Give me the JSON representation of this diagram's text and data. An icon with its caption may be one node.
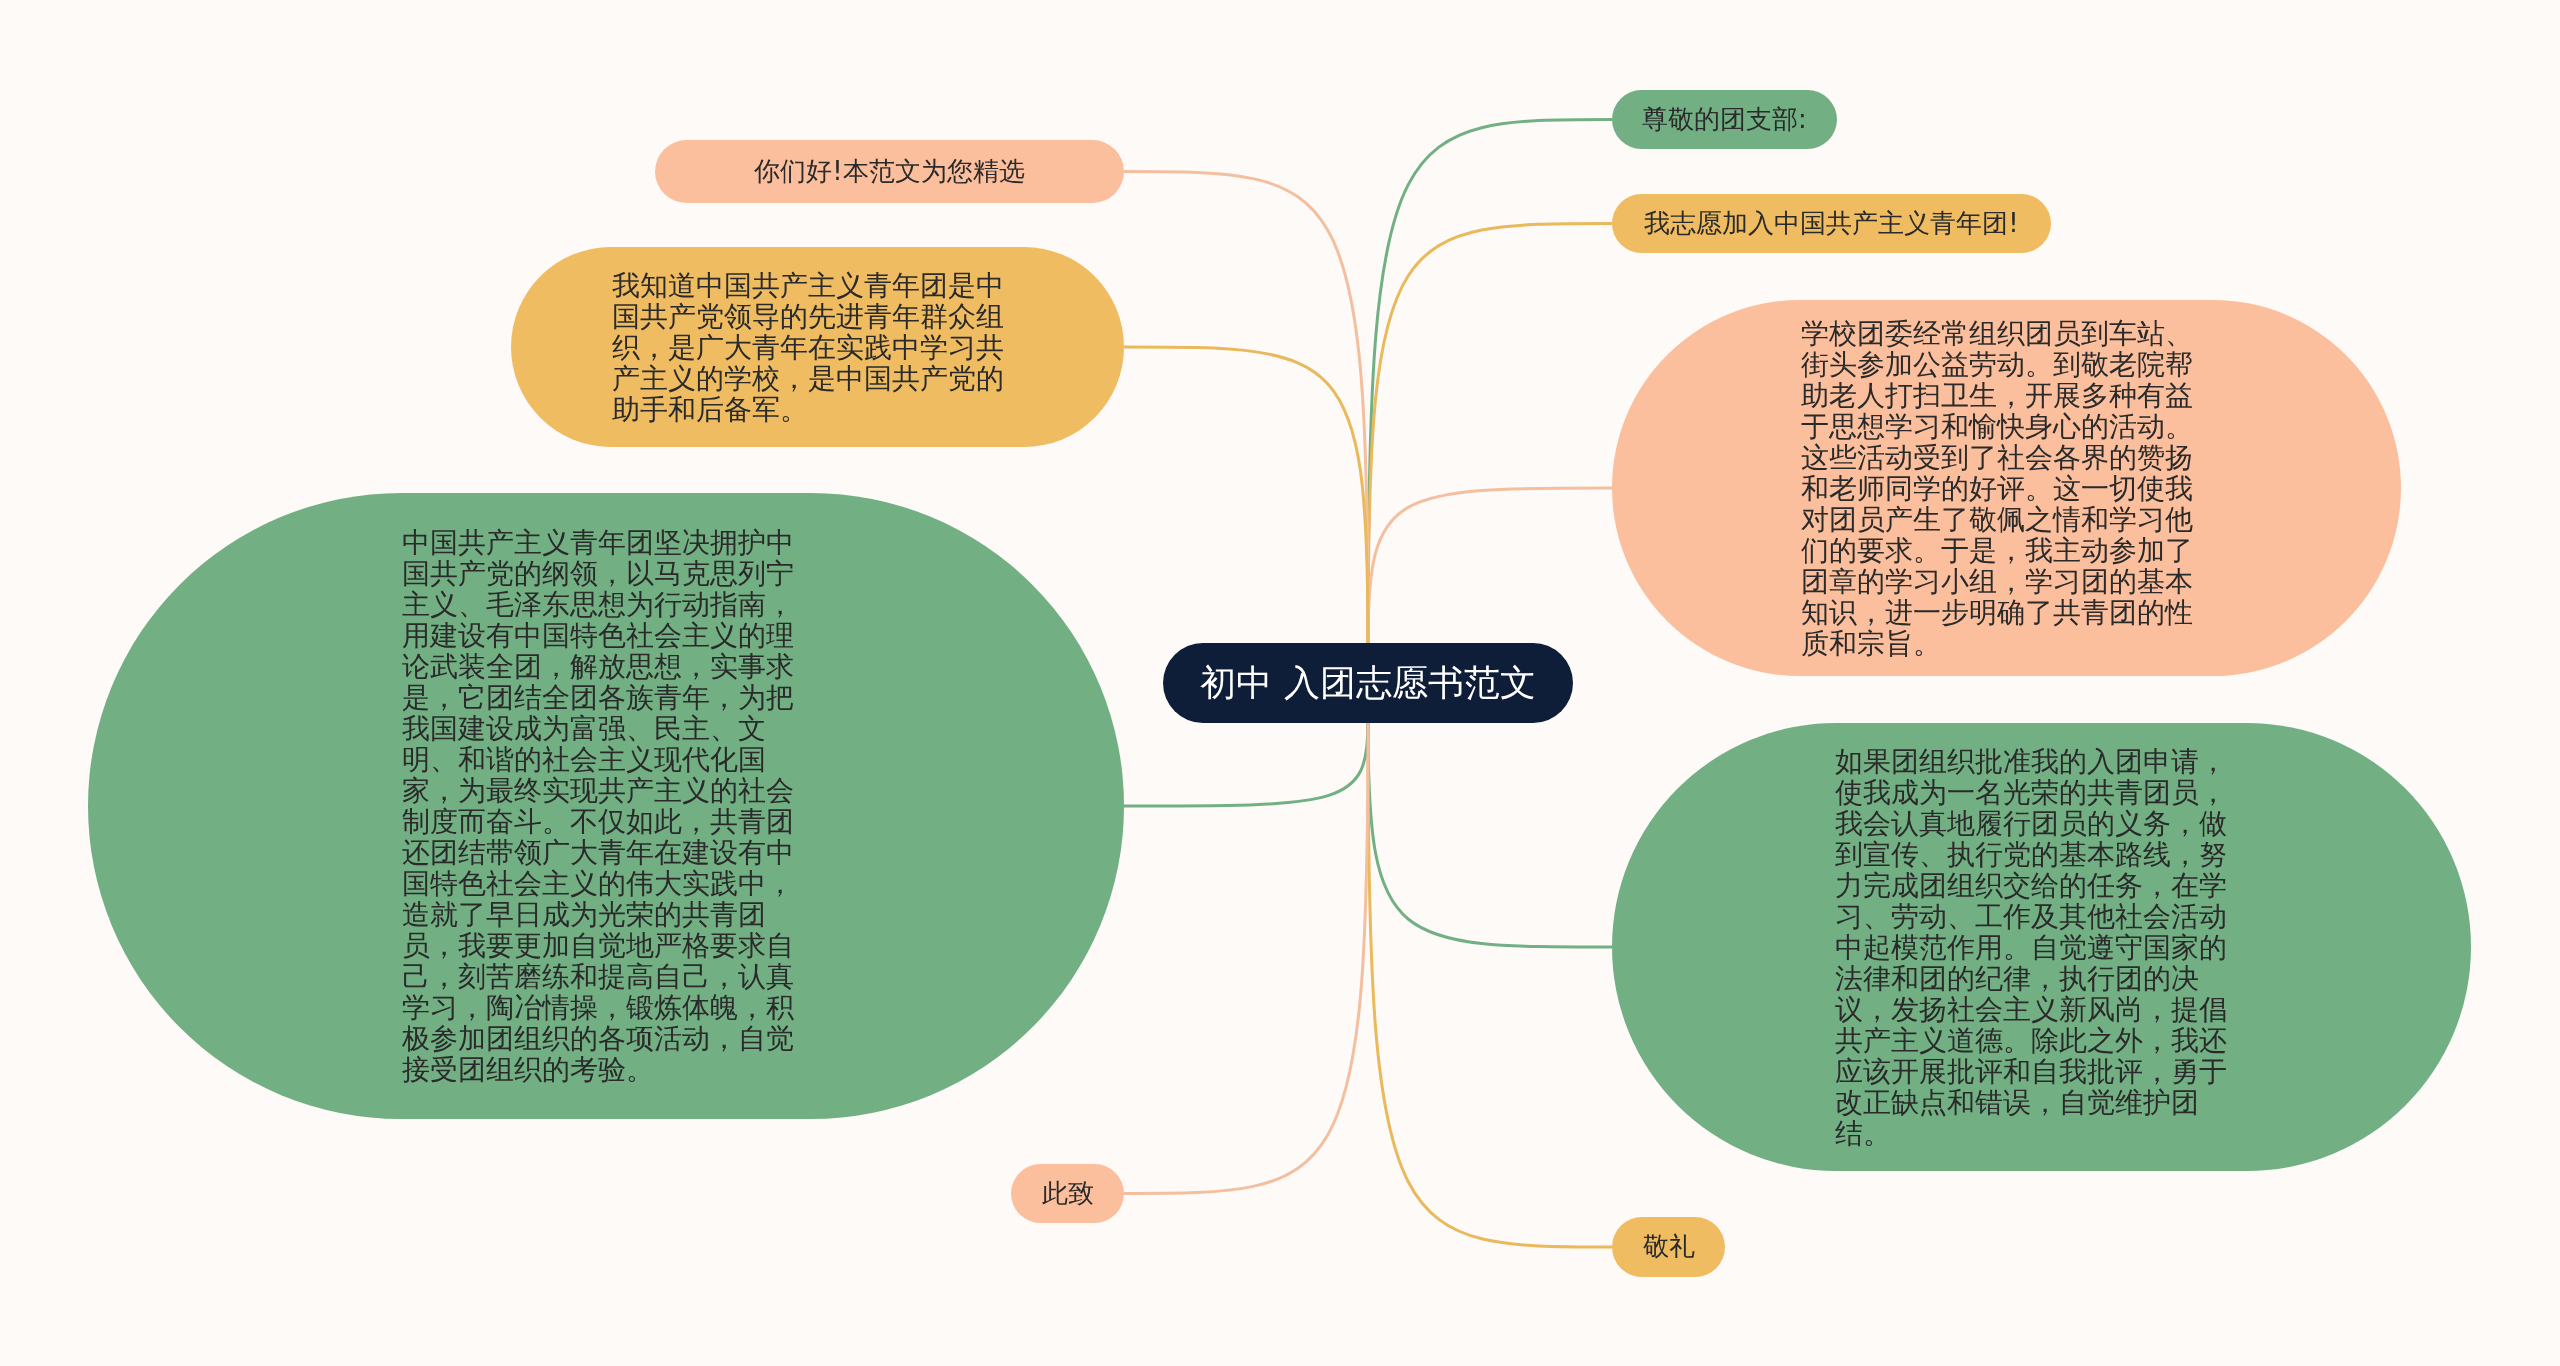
{
  "diagram": {
    "nodes": [
      {
        "text": [
          "初中 入团志愿书范文"
        ]
      },
      {
        "text": [
          "尊敬的团支部:"
        ]
      },
      {
        "text": [
          "我志愿加入中国共产主义青年团!"
        ]
      },
      {
        "text": [
          "学校团委经常组织团员到车站、街头参加公益劳动。到敬老院帮助老人打扫卫生，开展多种有益于思想学习和愉快身心的活动。这些活动受到了社会各界的赞扬和老师同学的好评。这一切使我对团员产生了敬佩之情和学习他们的要求。于是，我主动参加了团章的学习小组，学习团的基本知识，进一步明确了共青团的性质和宗旨。"
        ]
      },
      {
        "text": [
          "如果团组织批准我的入团申请，使我成为一名光荣的共青团员，我会认真地履行团员的义务，做到宣传、执行党的基本路线，努力完成团组织交给的任务，在学习、劳动、工作及其他社会活动中起模范作用。自觉遵守国家的法律和团的纪律，执行团的决议，发扬社会主义新风尚，提倡共产主义道德。除此之外，我还应该开展批评和自我批评，勇于改正缺点和错误，自觉维护团结。"
        ]
      },
      {
        "text": [
          "敬礼"
        ]
      },
      {
        "text": [
          "你们好!本范文为您精选"
        ]
      },
      {
        "text": [
          "我知道中国共产主义青年团是中国共产党领导的先进青年群众组织，是广大青年在实践中学习共产主义的学校，是中国共产党的助手和后备军。"
        ]
      },
      {
        "text": [
          "中国共产主义青年团坚决拥护中国共产党的纲领，以马克思列宁主义、毛泽东思想为行动指南，用建设有中国特色社会主义的理论武装全团，解放思想，实事求是，它团结全团各族青年，为把我国建设成为富强、民主、文明、和谐的社会主义现代化国家，为最终实现共产主义的社会制度而奋斗。不仅如此，共青团还团结带领广大青年在建设有中国特色社会主义的伟大实践中，造就了早日成为光荣的共青团员，我要更加自觉地严格要求自己，刻苦磨练和提高自己，认真学习，陶冶情操，锻炼体魄，积极参加团组织的各项活动，自觉接受团组织的考验。"
        ]
      },
      {
        "text": [
          "此致"
        ]
      }
    ],
    "edges": [
      {
        "from": 0,
        "to": 1,
        "arrow": "none",
        "color": "#72b084"
      },
      {
        "from": 0,
        "to": 2,
        "arrow": "none",
        "color": "#e9b95c"
      },
      {
        "from": 0,
        "to": 3,
        "arrow": "none",
        "color": "#f4bf9f"
      },
      {
        "from": 0,
        "to": 4,
        "arrow": "none",
        "color": "#72b084"
      },
      {
        "from": 0,
        "to": 5,
        "arrow": "none",
        "color": "#e9b95c"
      },
      {
        "from": 0,
        "to": 6,
        "arrow": "none",
        "color": "#f4bf9f"
      },
      {
        "from": 0,
        "to": 7,
        "arrow": "none",
        "color": "#e9b95c"
      },
      {
        "from": 0,
        "to": 8,
        "arrow": "none",
        "color": "#72b084"
      },
      {
        "from": 0,
        "to": 9,
        "arrow": "none",
        "color": "#f4bf9f"
      }
    ]
  }
}
